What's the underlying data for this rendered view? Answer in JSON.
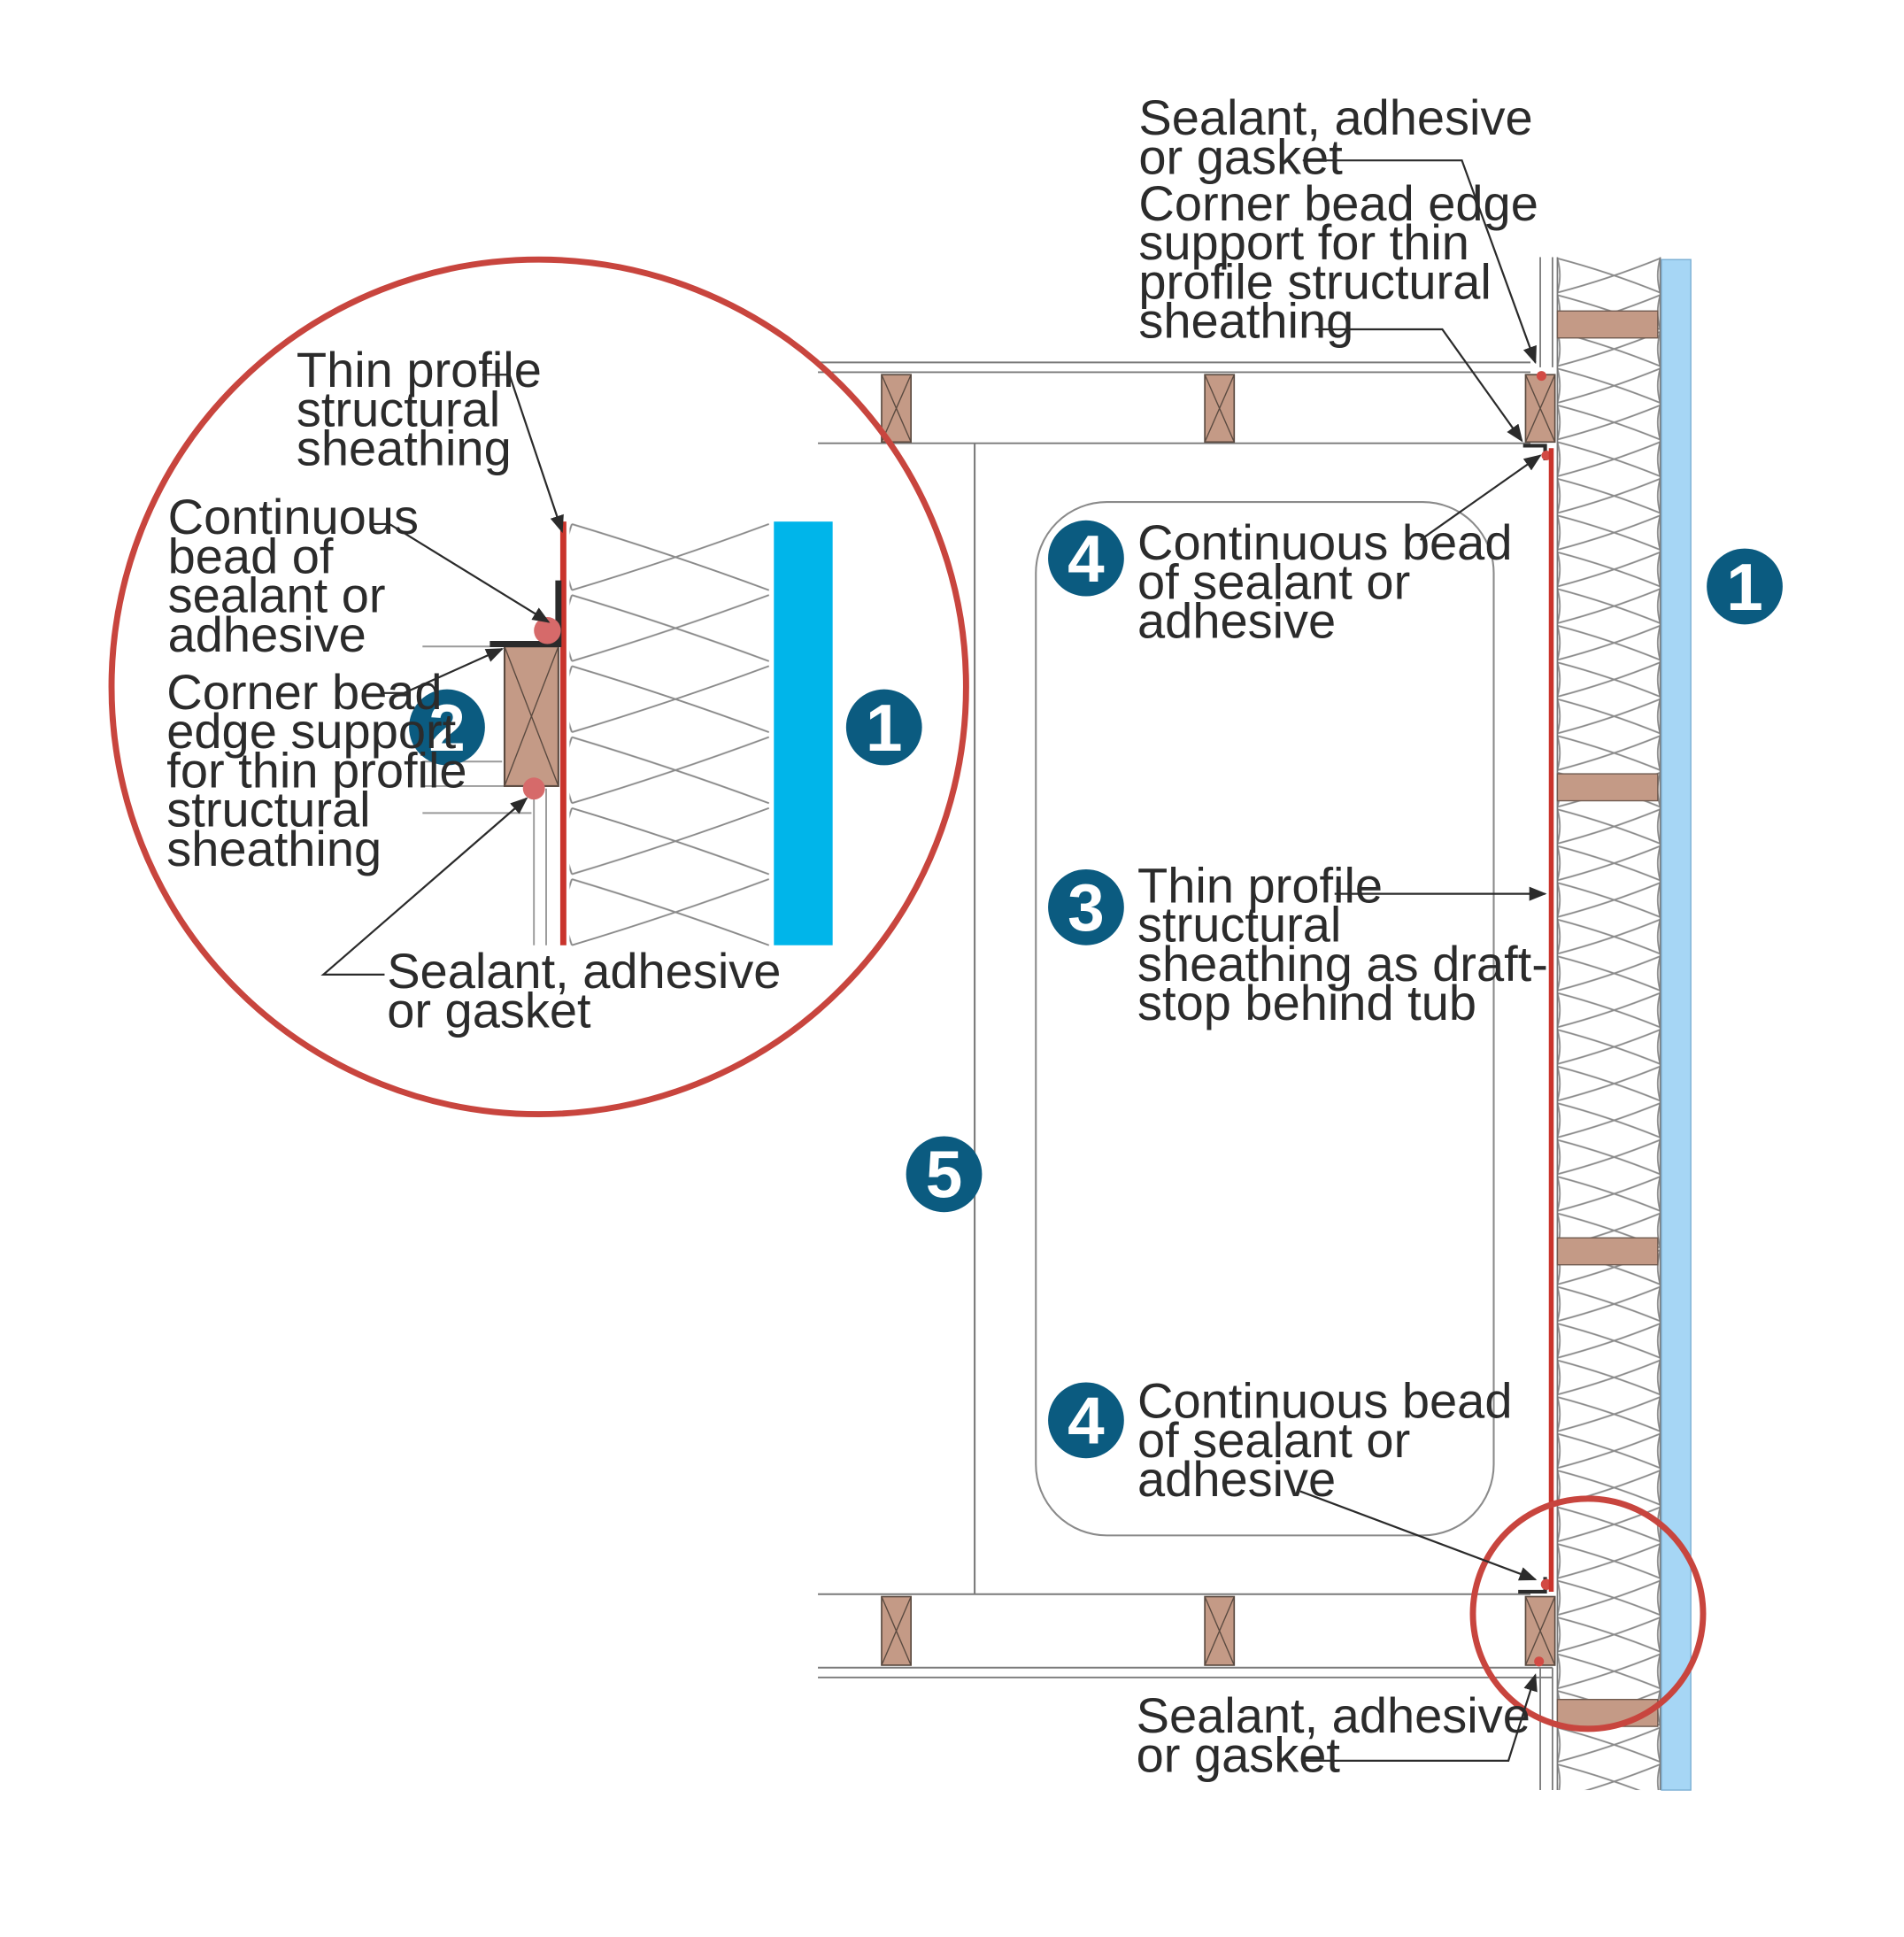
{
  "colors": {
    "sheathing_red": "#c9342c",
    "callout_red": "#c8453e",
    "wood": "#c49a86",
    "badge_blue": "#0b5b80",
    "insulation_blue": "#00b5ea",
    "drywall_blue": "#a6d6f5",
    "line_gray": "#7a7a7a"
  },
  "badges": {
    "b1_detail": "1",
    "b2_detail": "2",
    "b1_main": "1",
    "b4_top": "4",
    "b3_main": "3",
    "b5_main": "5",
    "b4_bottom": "4"
  },
  "labels": {
    "sealant_top": [
      "Sealant, adhesive",
      "or gasket"
    ],
    "corner_bead_top": [
      "Corner bead edge",
      "support for thin",
      "profile structural",
      "sheathing"
    ],
    "bead_top": [
      "Continuous bead",
      "of sealant or",
      "adhesive"
    ],
    "thin_profile_main": [
      "Thin profile",
      "structural",
      "sheathing as draft-",
      "stop behind tub"
    ],
    "bead_bottom": [
      "Continuous bead",
      "of sealant or",
      "adhesive"
    ],
    "sealant_bottom": [
      "Sealant, adhesive",
      "or gasket"
    ],
    "detail_thin_profile": [
      "Thin profile",
      "structural",
      "sheathing"
    ],
    "detail_continuous": [
      "Continuous",
      "bead of",
      "sealant or",
      "adhesive"
    ],
    "detail_corner_bead": [
      "Corner bead",
      "edge support",
      "for thin profile",
      "structural",
      "sheathing"
    ],
    "detail_sealant": [
      "Sealant, adhesive",
      "or gasket"
    ]
  }
}
